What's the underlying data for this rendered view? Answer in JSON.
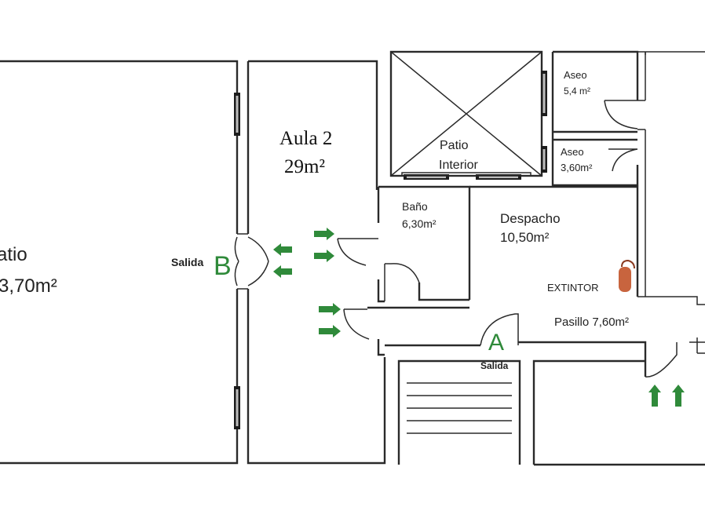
{
  "rooms": {
    "patio": {
      "name": "atio",
      "area": "3,70m²"
    },
    "aula2": {
      "name": "Aula 2",
      "area": "29m²"
    },
    "patio_interior": {
      "line1": "Patio",
      "line2": "Interior"
    },
    "aseo1": {
      "name": "Aseo",
      "area": "5,4 m²"
    },
    "aseo2": {
      "name": "Aseo",
      "area": "3,60m²"
    },
    "bano": {
      "name": "Baño",
      "area": "6,30m²"
    },
    "despacho": {
      "name": "Despacho",
      "area": "10,50m²"
    },
    "pasillo": {
      "name": "Pasillo 7,60m²"
    }
  },
  "exits": {
    "b": {
      "caption": "Salida",
      "letter": "B"
    },
    "a": {
      "caption": "Salida",
      "letter": "A"
    }
  },
  "equipment": {
    "extintor": {
      "label": "EXTINTOR"
    }
  },
  "colors": {
    "exit_green": "#2f8a3a",
    "extinguisher_red": "#c8643e",
    "wall": "#2a2a2a"
  }
}
